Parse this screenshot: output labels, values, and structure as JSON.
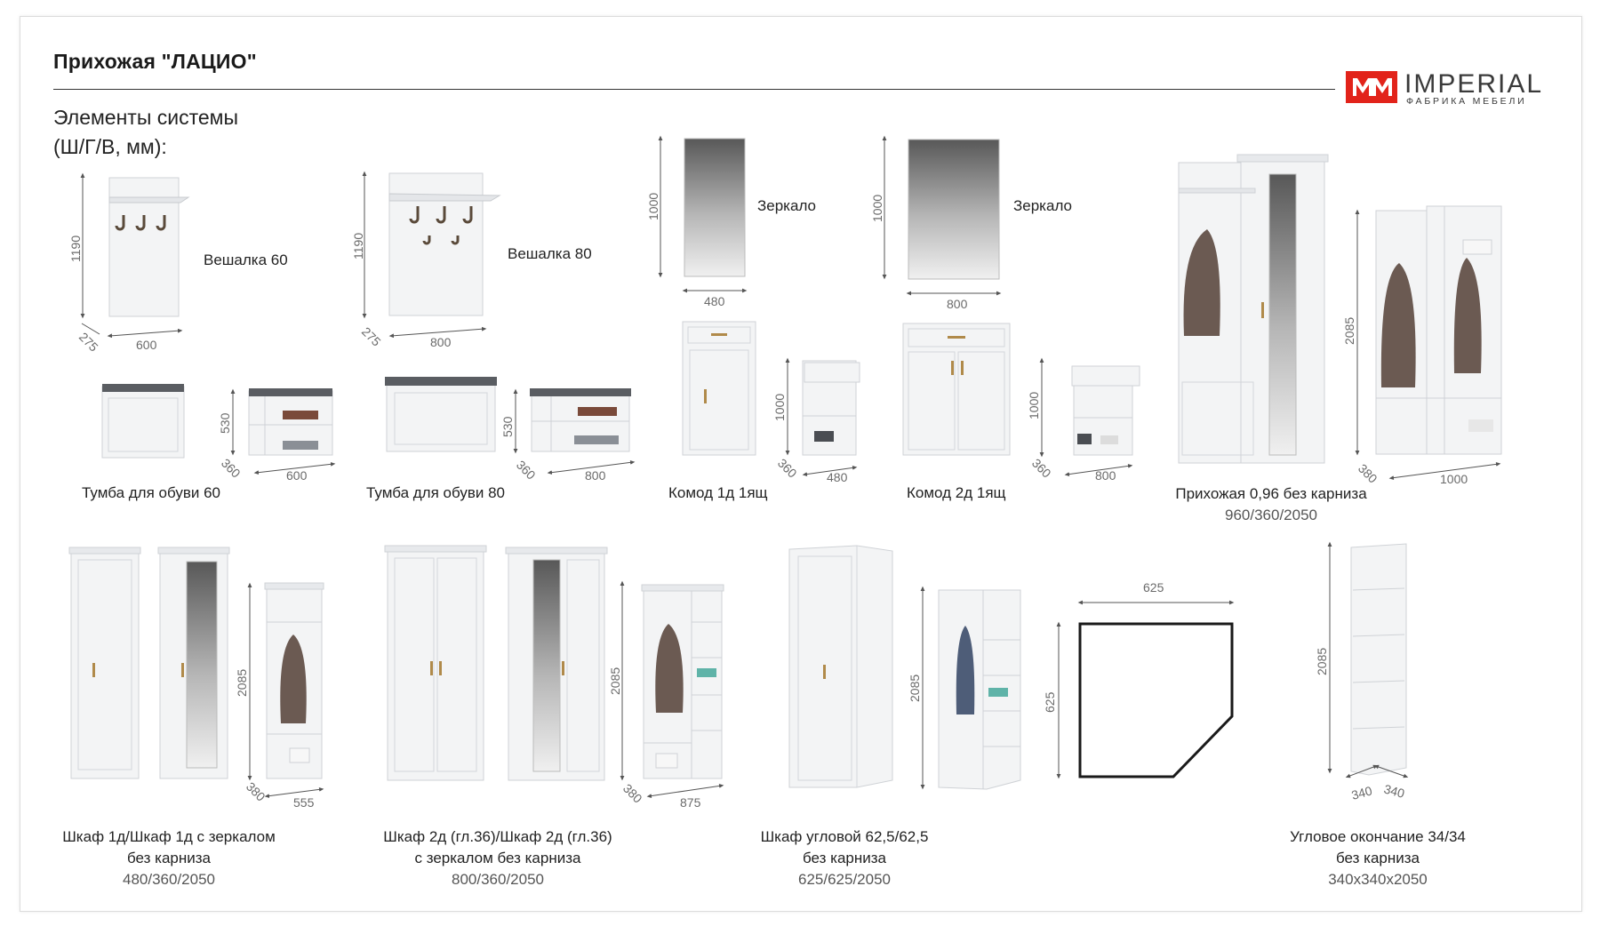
{
  "header": {
    "title": "Прихожая \"ЛАЦИО\"",
    "subtitle_line1": "Элементы системы",
    "subtitle_line2": "(Ш/Г/В, мм):"
  },
  "logo": {
    "name": "IMPERIAL",
    "tagline": "ФАБРИКА МЕБЕЛИ",
    "mark_color": "#e2231a"
  },
  "items": {
    "hanger60": {
      "label": "Вешалка 60",
      "h": "1190",
      "w": "600",
      "d": "275"
    },
    "hanger80": {
      "label": "Вешалка 80",
      "h": "1190",
      "w": "800",
      "d": "275"
    },
    "mirror1": {
      "label": "Зеркало",
      "h": "1000",
      "w": "480"
    },
    "mirror2": {
      "label": "Зеркало",
      "h": "1000",
      "w": "800"
    },
    "shoe60": {
      "label": "Тумба для обуви 60",
      "h": "530",
      "w": "600",
      "d": "360"
    },
    "shoe80": {
      "label": "Тумба для обуви 80",
      "h": "530",
      "w": "800",
      "d": "360"
    },
    "chest1": {
      "label": "Комод 1д 1ящ",
      "h": "1000",
      "w": "480",
      "d": "360"
    },
    "chest2": {
      "label": "Комод 2д 1ящ",
      "h": "1000",
      "w": "800",
      "d": "360"
    },
    "hall096": {
      "label": "Прихожая 0,96 без карниза",
      "dims": "960/360/2050",
      "h": "2085",
      "w": "1000",
      "d": "380"
    },
    "wardrobe1": {
      "line1": "Шкаф 1д/Шкаф 1д с зеркалом",
      "line2": "без карниза",
      "dims": "480/360/2050",
      "h": "2085",
      "w": "555",
      "d": "380"
    },
    "wardrobe2": {
      "line1": "Шкаф 2д (гл.36)/Шкаф 2д (гл.36)",
      "line2": "с зеркалом без карниза",
      "dims": "800/360/2050",
      "h": "2085",
      "w": "875",
      "d": "380"
    },
    "corner": {
      "line1": "Шкаф угловой 62,5/62,5",
      "line2": "без карниза",
      "dims": "625/625/2050",
      "h": "2085",
      "plan_w": "625",
      "plan_d": "625"
    },
    "end": {
      "line1": "Угловое окончание 34/34",
      "line2": "без карниза",
      "dims": "340x340x2050",
      "h": "2085",
      "w1": "340",
      "w2": "340"
    }
  },
  "colors": {
    "furniture": "#f4f5f6",
    "edge": "#c9ccd0",
    "top_dark": "#5a5d62",
    "coat": "#6b5a52",
    "handle": "#b08a4a"
  }
}
